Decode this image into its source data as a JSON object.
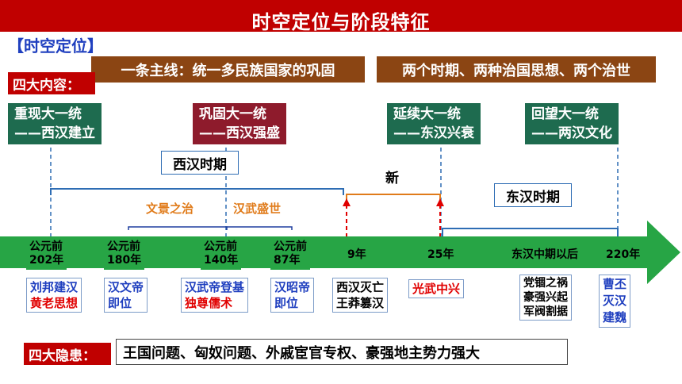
{
  "header": {
    "title": "时空定位与阶段特征"
  },
  "section_label": "【时空定位】",
  "main_line": "一条主线：统一多民族国家的巩固",
  "two_periods": "两个时期、两种治国思想、两个治世",
  "four_contents_label": "四大内容：",
  "contents": [
    {
      "line1": "重现大一统",
      "line2": "——西汉建立"
    },
    {
      "line1": "巩固大一统",
      "line2": "——西汉强盛"
    },
    {
      "line1": "延续大一统",
      "line2": "——东汉兴衰"
    },
    {
      "line1": "回望大一统",
      "line2": "——两汉文化"
    }
  ],
  "periods": {
    "western_han": "西汉时期",
    "xin": "新",
    "eastern_han": "东汉时期",
    "wenjing": "文景之治",
    "hanwu": "汉武盛世"
  },
  "timeline": {
    "dates": [
      {
        "line1": "公元前",
        "line2": "202年"
      },
      {
        "line1": "公元前",
        "line2": "180年"
      },
      {
        "line1": "公元前",
        "line2": "140年"
      },
      {
        "line1": "公元前",
        "line2": "87年"
      },
      {
        "line1": "9年",
        "line2": ""
      },
      {
        "line1": "25年",
        "line2": ""
      },
      {
        "line1": "东汉中期以后",
        "line2": ""
      },
      {
        "line1": "220年",
        "line2": ""
      }
    ]
  },
  "events": [
    {
      "line1": "刘邦建汉",
      "line2": "黄老思想"
    },
    {
      "line1": "汉文帝",
      "line2": "即位"
    },
    {
      "line1": "汉武帝登基",
      "line2": "独尊儒术"
    },
    {
      "line1": "汉昭帝",
      "line2": "即位"
    },
    {
      "line1": "西汉灭亡",
      "line2": "王莽篡汉"
    },
    {
      "line1": "光武中兴",
      "line2": ""
    },
    {
      "line1": "党锢之祸",
      "line2": "豪强兴起",
      "line3": "军阀割据"
    },
    {
      "line1": "曹丕",
      "line2": "灭汉",
      "line3": "建魏"
    }
  ],
  "four_hazards_label": "四大隐患：",
  "hazards": "王国问题、匈奴问题、外戚宦官专权、豪强地主势力强大",
  "colors": {
    "red": "#c00000",
    "brown": "#8b4513",
    "green": "#1e6b4f",
    "maroon": "#8e1b2c",
    "timeline": "#27a545",
    "blue": "#1f3fbf"
  }
}
